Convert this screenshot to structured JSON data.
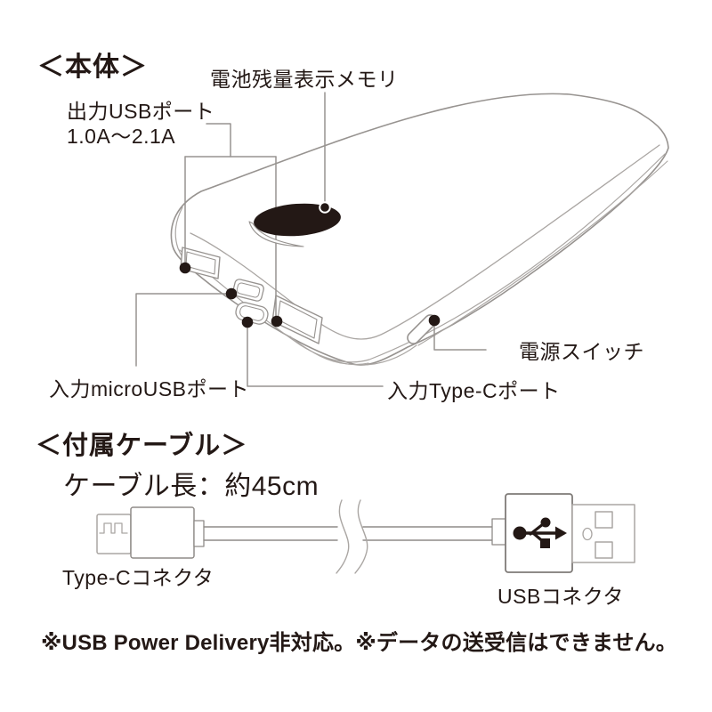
{
  "device_section": {
    "title": "＜本体＞",
    "labels": {
      "battery_gauge": "電池残量表示メモリ",
      "output_usb_line1": "出力USBポート",
      "output_usb_line2": "1.0A～2.1A",
      "power_switch": "電源スイッチ",
      "input_micro_usb": "入力microUSBポート",
      "input_type_c": "入力Type-Cポート"
    }
  },
  "cable_section": {
    "title": "＜付属ケーブル＞",
    "cable_length": "ケーブル長：約45cm",
    "labels": {
      "type_c_connector": "Type-Cコネクタ",
      "usb_connector": "USBコネクタ"
    }
  },
  "footnote": "※USB Power Delivery非対応。※データの送受信はできません。",
  "colors": {
    "ink": "#231815",
    "line_gray": "#979390",
    "light_gray": "#aaa6a3",
    "background": "#ffffff"
  },
  "icons": {
    "usb_logo": "usb-trident-icon"
  }
}
